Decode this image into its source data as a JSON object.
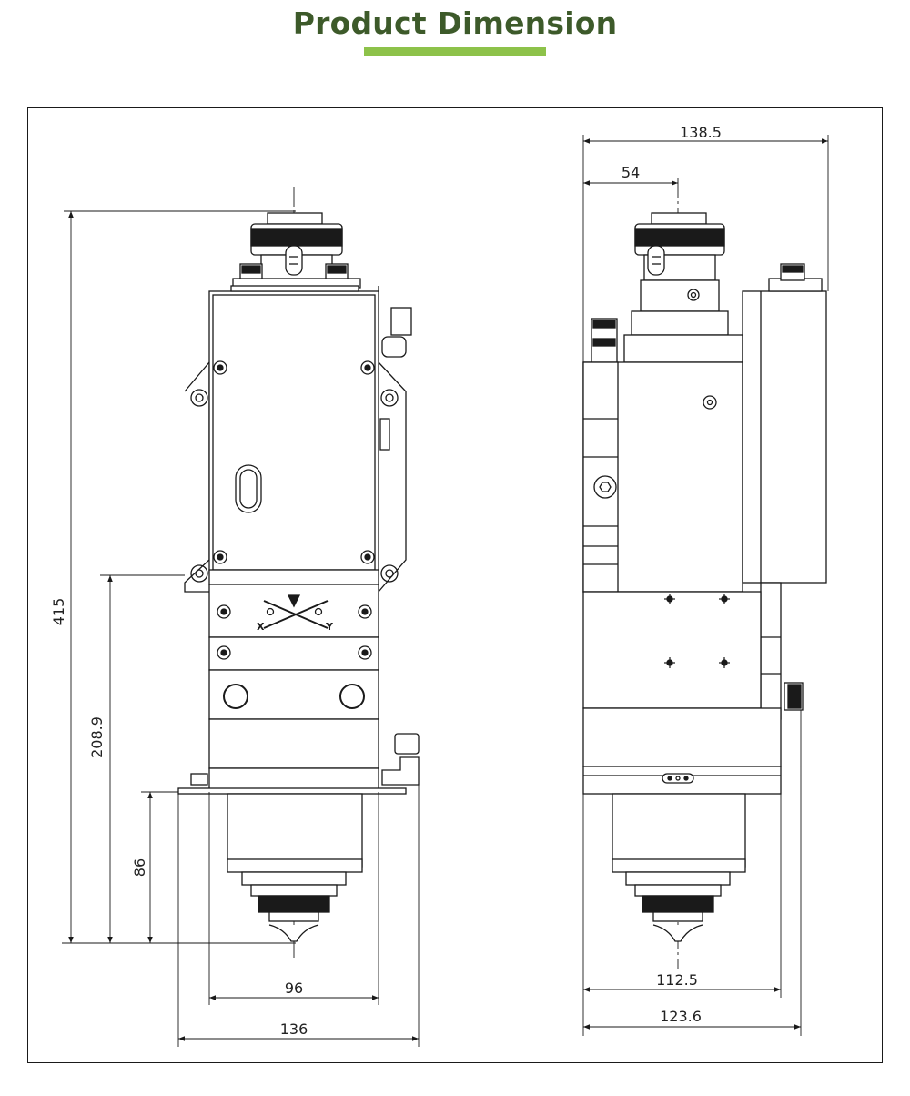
{
  "title": "Product Dimension",
  "colors": {
    "title": "#3d5a2a",
    "underline": "#8dc24a",
    "line": "#1a1a1a"
  },
  "front_view": {
    "height_total": "415",
    "height_mid": "208.9",
    "height_lower": "86",
    "width_inner": "96",
    "width_outer": "136",
    "markers": {
      "x": "X",
      "y": "Y"
    }
  },
  "side_view": {
    "width_top": "138.5",
    "offset_top": "54",
    "width_inner": "112.5",
    "width_outer": "123.6"
  }
}
